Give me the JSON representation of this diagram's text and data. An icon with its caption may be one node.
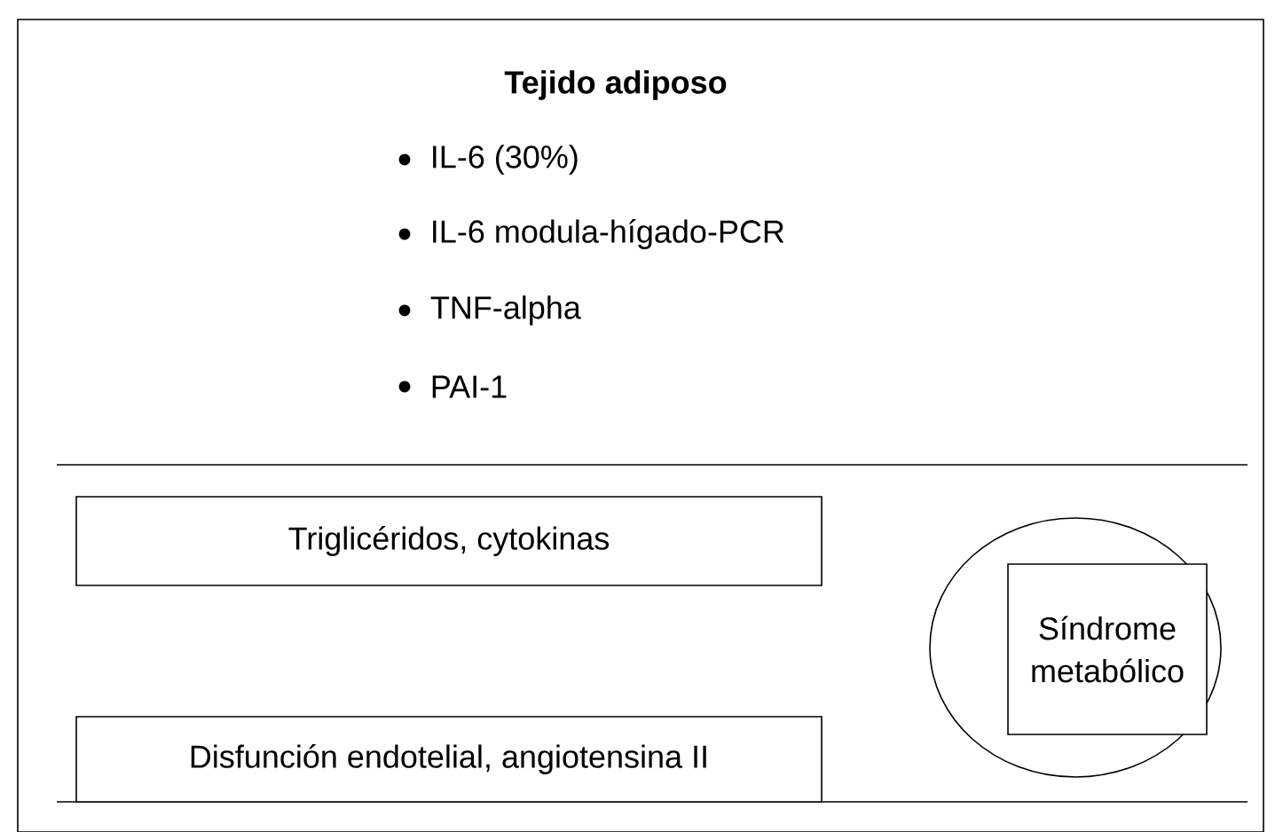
{
  "diagram": {
    "nodes": [
      {
        "text": [
          "Tejido adiposo",
          "IL-6 (30%)",
          "IL-6 modula-hígado-PCR",
          "TNF-alpha",
          "PAI-1"
        ]
      },
      {
        "text": [
          "Triglicéridos, cytokinas"
        ],
        "in": 0
      },
      {
        "text": [],
        "shape": "circle",
        "in": 0
      },
      {
        "text": [
          "Síndrome metabólico"
        ],
        "in": 2
      },
      {
        "text": [
          "Disfunción endotelial, angiotensina II"
        ],
        "in": 0
      }
    ]
  }
}
